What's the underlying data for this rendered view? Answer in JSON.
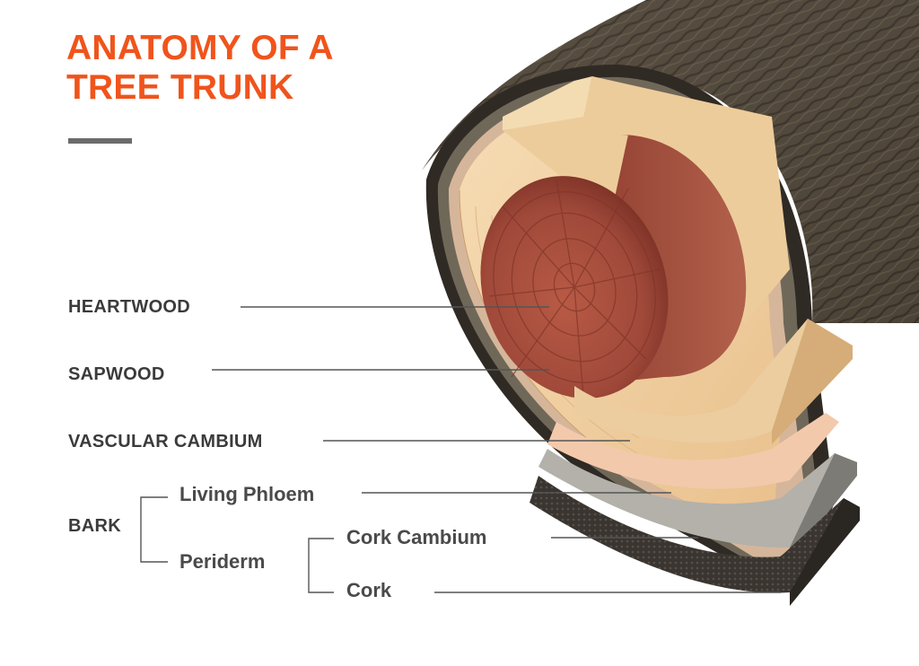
{
  "title": {
    "line1": "ANATOMY OF A",
    "line2": "TREE TRUNK"
  },
  "colors": {
    "title": "#f0541c",
    "label_text": "#3b3b3b",
    "leader_line": "#555555",
    "bark": "#4e4538",
    "heartwood": "#a0493a",
    "sapwood": "#f0d3a8",
    "vascular_cambium": "#f3c9ac",
    "living_phloem": "#9a9a96",
    "cork": "#3a3530"
  },
  "labels": {
    "heartwood": "HEARTWOOD",
    "sapwood": "SAPWOOD",
    "vascular_cambium": "VASCULAR CAMBIUM",
    "bark": "BARK",
    "living_phloem": "Living Phloem",
    "periderm": "Periderm",
    "cork_cambium": "Cork Cambium",
    "cork": "Cork"
  }
}
